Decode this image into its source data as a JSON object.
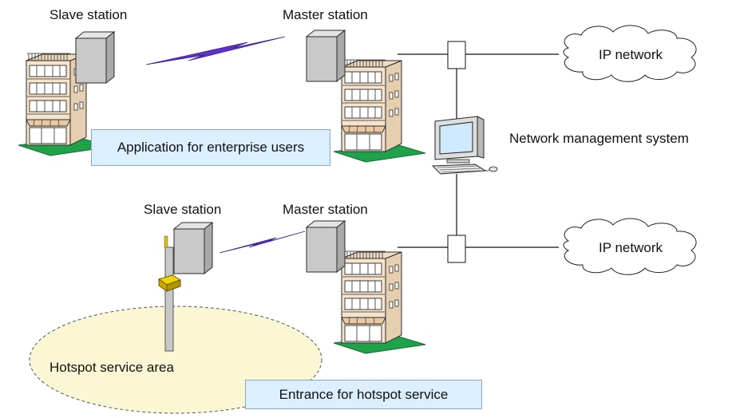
{
  "labels": {
    "slave_station_top": "Slave station",
    "master_station_top": "Master station",
    "slave_station_bottom": "Slave station",
    "master_station_bottom": "Master station",
    "ip_network_top": "IP network",
    "ip_network_bottom": "IP network",
    "network_management_system": "Network management system",
    "enterprise_application": "Application for enterprise users",
    "hotspot_area": "Hotspot service area",
    "hotspot_entrance": "Entrance for hotspot service"
  },
  "colors": {
    "building_wall": "#f5e3cc",
    "building_outline": "#2b2b2b",
    "lawn": "#1fa34a",
    "station_box": "#c9c9c9",
    "radio_link": "#5b33c9",
    "hotspot_area_fill": "#fbf6d3",
    "label_box_fill": "#dcefff",
    "cloud_fill": "#ffffff",
    "antenna_mount": "#e2c300"
  }
}
